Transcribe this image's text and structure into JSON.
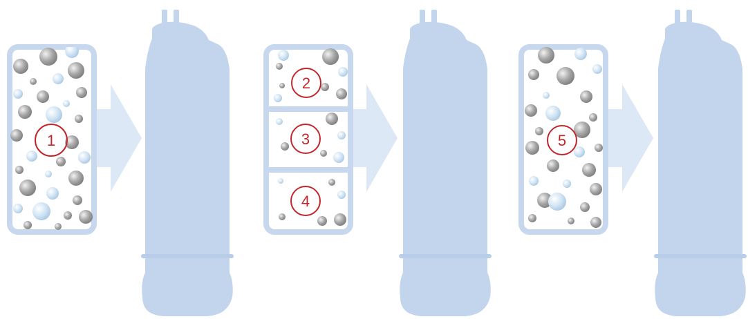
{
  "diagram": {
    "colors": {
      "cartridge": "#c3d5ec",
      "arrow": "#dde8f6",
      "panel_border": "#c6d7ee",
      "panel_fill": "#ffffff",
      "bead_gray": "#9b9b9b",
      "bead_blue": "#c2dcef",
      "marker": "#c0272d"
    },
    "stages": [
      {
        "markers": [
          "1"
        ]
      },
      {
        "markers": [
          "2",
          "3",
          "4"
        ]
      },
      {
        "markers": [
          "5"
        ]
      }
    ]
  }
}
